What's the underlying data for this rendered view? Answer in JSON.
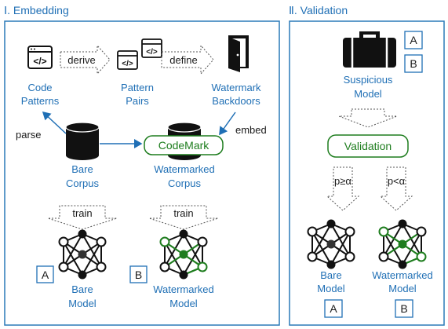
{
  "panels": {
    "embedding": {
      "title": "Ⅰ. Embedding",
      "code_patterns": [
        "Code",
        "Patterns"
      ],
      "pattern_pairs": [
        "Pattern",
        "Pairs"
      ],
      "watermark_backdoors": [
        "Watermark",
        "Backdoors"
      ],
      "derive_label": "derive",
      "define_label": "define",
      "parse_label": "parse",
      "embed_label": "embed",
      "codemark_label": "CodeMark",
      "bare_corpus": [
        "Bare",
        "Corpus"
      ],
      "watermarked_corpus": [
        "Watermarked",
        "Corpus"
      ],
      "train_label_1": "train",
      "train_label_2": "train",
      "box_a": "A",
      "box_b": "B",
      "bare_model": [
        "Bare",
        "Model"
      ],
      "watermarked_model": [
        "Watermarked",
        "Model"
      ]
    },
    "validation": {
      "title": "Ⅱ. Validation",
      "box_a": "A",
      "box_b": "B",
      "suspicious_model": [
        "Suspicious",
        "Model"
      ],
      "validation_label": "Validation",
      "p_ge": "p≥α",
      "p_lt": "p<α",
      "bare_model": [
        "Bare",
        "Model"
      ],
      "watermarked_model": [
        "Watermarked",
        "Model"
      ],
      "result_a": "A",
      "result_b": "B"
    }
  },
  "colors": {
    "panel_border": "#2a7ab8",
    "label_blue": "#1f6fb5",
    "accent_green": "#1e7d1e",
    "node_dark": "#111111"
  }
}
